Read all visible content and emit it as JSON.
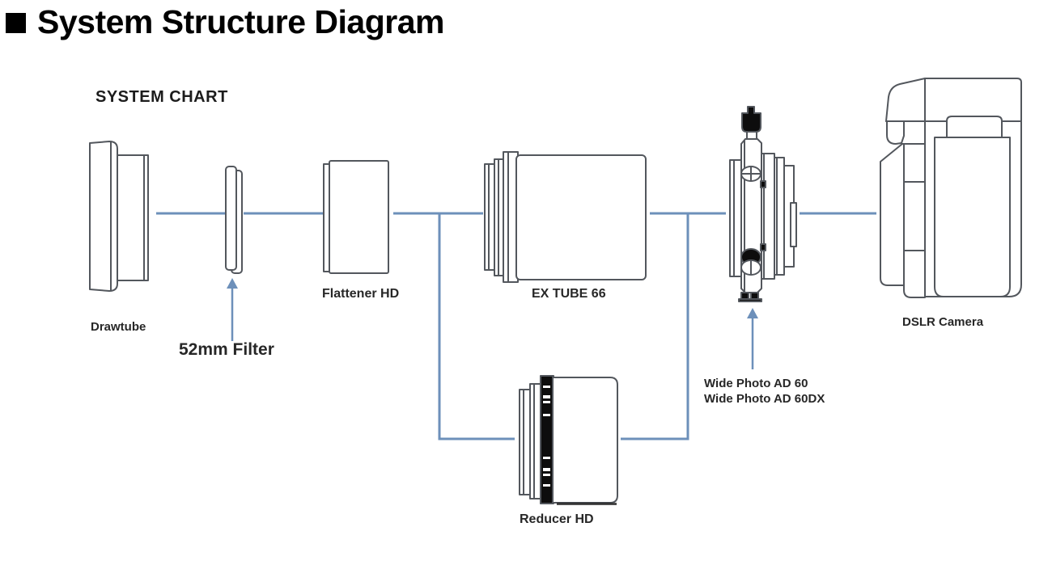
{
  "header": {
    "title": "System Structure Diagram",
    "subtitle": "SYSTEM CHART"
  },
  "colors": {
    "connector": "#6d90ba",
    "outline": "#53575d",
    "black": "#0d0d0d"
  },
  "labels": {
    "drawtube": "Drawtube",
    "filter": "52mm Filter",
    "flattener": "Flattener HD",
    "ex_tube": "EX TUBE 66",
    "reducer": "Reducer HD",
    "wide_photo_line1": "Wide Photo AD 60",
    "wide_photo_line2": "Wide Photo AD 60DX",
    "dslr": "DSLR Camera"
  },
  "flow": {
    "main_path": [
      "Drawtube",
      "52mm Filter",
      "Flattener HD",
      "EX TUBE 66",
      "Wide Photo AD 60 / Wide Photo AD 60DX",
      "DSLR Camera"
    ],
    "alternate_path": [
      "Flattener HD",
      "Reducer HD",
      "Wide Photo AD 60 / Wide Photo AD 60DX"
    ]
  }
}
